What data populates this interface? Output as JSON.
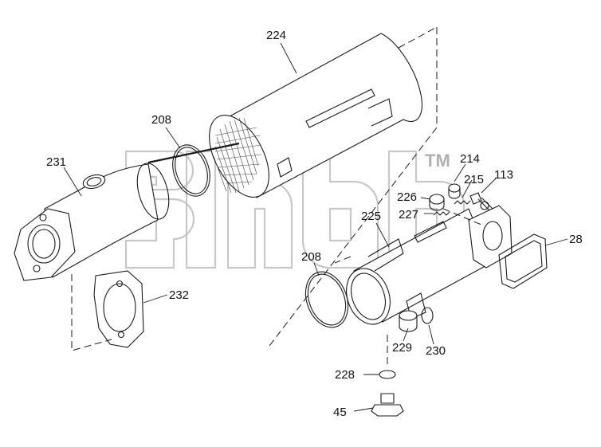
{
  "diagram": {
    "callouts": {
      "c224": "224",
      "c208_top": "208",
      "c231": "231",
      "c232": "232",
      "c214": "214",
      "c215": "215",
      "c113": "113",
      "c226": "226",
      "c227": "227",
      "c225": "225",
      "c208_bottom": "208",
      "c28": "28",
      "c229": "229",
      "c230": "230",
      "c228": "228",
      "c45": "45"
    },
    "watermark": {
      "mark": "TM"
    }
  }
}
